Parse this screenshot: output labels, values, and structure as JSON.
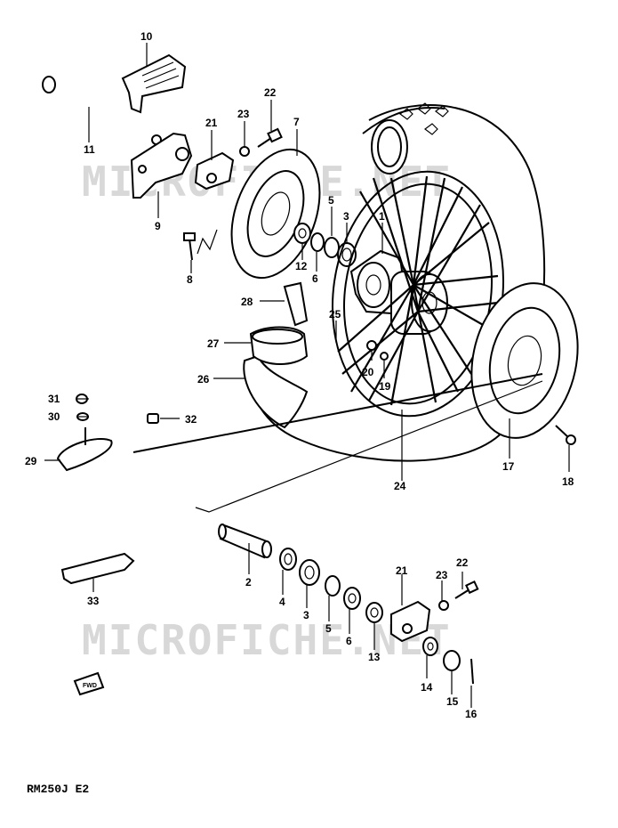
{
  "watermark": {
    "text": "MICROFICHE.NET"
  },
  "footer": {
    "model_code": "RM250J E2"
  },
  "callouts": [
    {
      "id": "c10",
      "label": "10"
    },
    {
      "id": "c11",
      "label": "11"
    },
    {
      "id": "c9",
      "label": "9"
    },
    {
      "id": "c21a",
      "label": "21"
    },
    {
      "id": "c23a",
      "label": "23"
    },
    {
      "id": "c22a",
      "label": "22"
    },
    {
      "id": "c7",
      "label": "7"
    },
    {
      "id": "c5a",
      "label": "5"
    },
    {
      "id": "c3a",
      "label": "3"
    },
    {
      "id": "c1",
      "label": "1"
    },
    {
      "id": "c8",
      "label": "8"
    },
    {
      "id": "c12",
      "label": "12"
    },
    {
      "id": "c6a",
      "label": "6"
    },
    {
      "id": "c28",
      "label": "28"
    },
    {
      "id": "c25",
      "label": "25"
    },
    {
      "id": "c27",
      "label": "27"
    },
    {
      "id": "c26",
      "label": "26"
    },
    {
      "id": "c20",
      "label": "20"
    },
    {
      "id": "c19",
      "label": "19"
    },
    {
      "id": "c31",
      "label": "31"
    },
    {
      "id": "c30",
      "label": "30"
    },
    {
      "id": "c32",
      "label": "32"
    },
    {
      "id": "c29",
      "label": "29"
    },
    {
      "id": "c17",
      "label": "17"
    },
    {
      "id": "c18",
      "label": "18"
    },
    {
      "id": "c24",
      "label": "24"
    },
    {
      "id": "c2",
      "label": "2"
    },
    {
      "id": "c4",
      "label": "4"
    },
    {
      "id": "c3b",
      "label": "3"
    },
    {
      "id": "c5b",
      "label": "5"
    },
    {
      "id": "c6b",
      "label": "6"
    },
    {
      "id": "c13",
      "label": "13"
    },
    {
      "id": "c21b",
      "label": "21"
    },
    {
      "id": "c23b",
      "label": "23"
    },
    {
      "id": "c22b",
      "label": "22"
    },
    {
      "id": "c14",
      "label": "14"
    },
    {
      "id": "c15",
      "label": "15"
    },
    {
      "id": "c16",
      "label": "16"
    },
    {
      "id": "c33",
      "label": "33"
    }
  ],
  "fwd_tag": {
    "text": "FWD"
  }
}
